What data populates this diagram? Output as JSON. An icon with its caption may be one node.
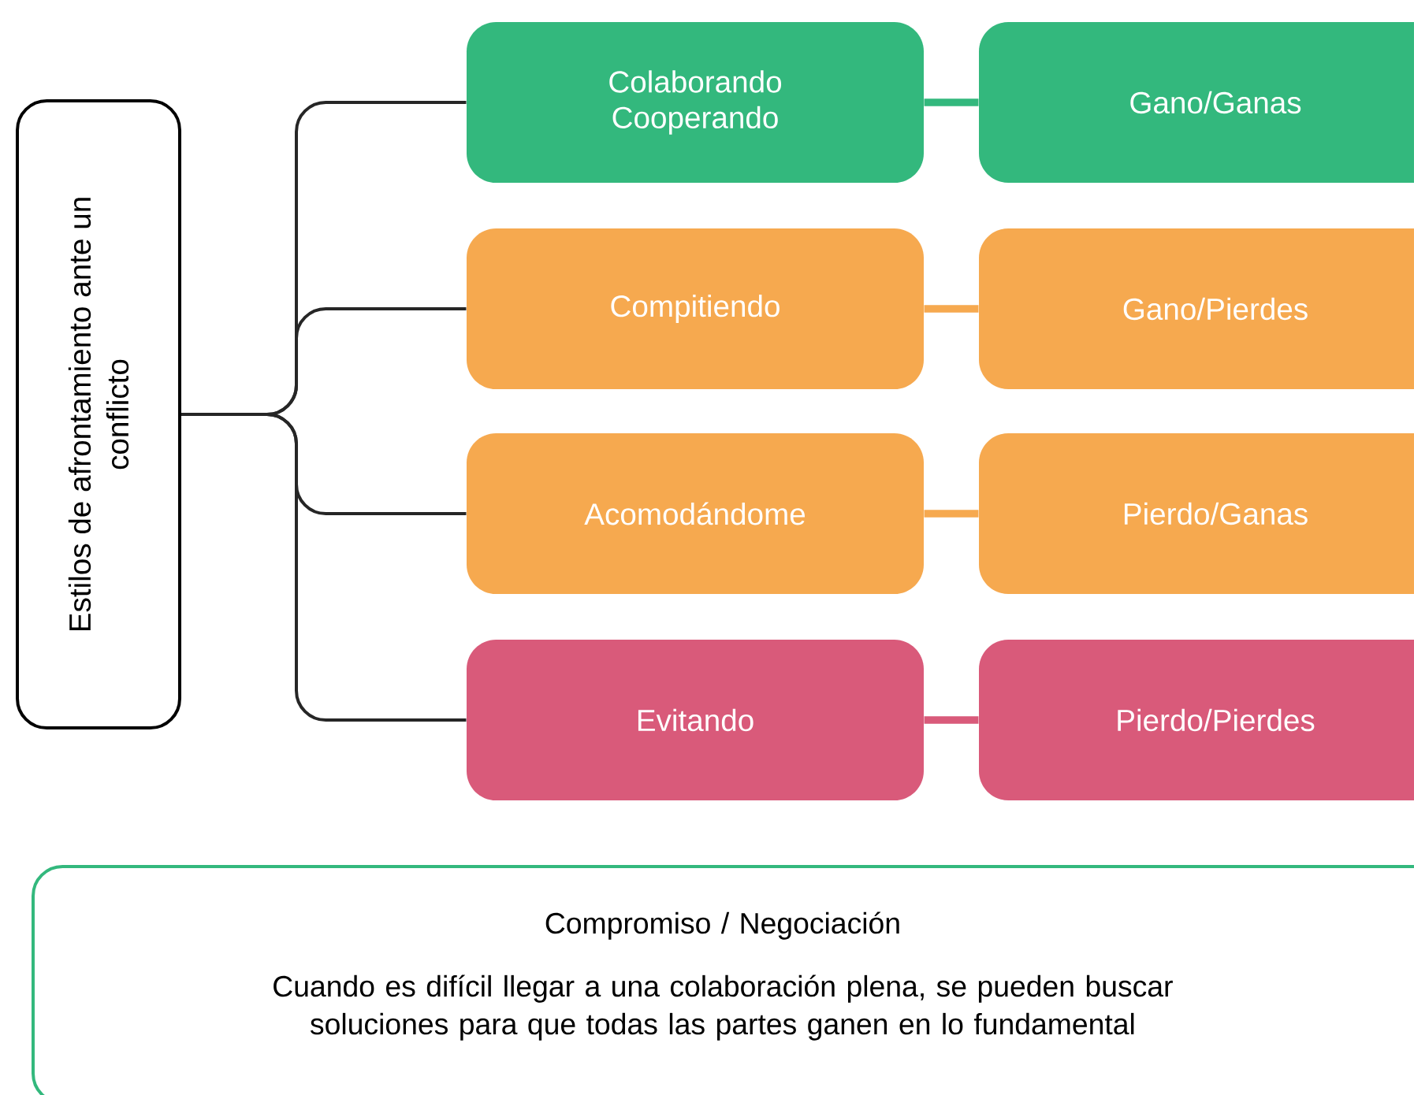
{
  "diagram": {
    "nodes": [
      {
        "text": [
          "Estilos de afrontamiento ante un conflicto"
        ]
      },
      {
        "text": [
          "Colaborando Cooperando"
        ]
      },
      {
        "text": [
          "Gano/Ganas"
        ]
      },
      {
        "text": [
          "Compitiendo"
        ]
      },
      {
        "text": [
          "Gano/Pierdes"
        ]
      },
      {
        "text": [
          "Acomodándome"
        ]
      },
      {
        "text": [
          "Pierdo/Ganas"
        ]
      },
      {
        "text": [
          "Evitando"
        ]
      },
      {
        "text": [
          "Pierdo/Pierdes"
        ]
      },
      {
        "text": [
          "Compromiso / Negociación",
          "Cuando es difícil llegar a una colaboración plena, se pueden buscar soluciones para que todas las partes ganen en lo fundamental"
        ]
      }
    ],
    "edges": [
      {
        "from": 0,
        "to": 1,
        "arrow": "none"
      },
      {
        "from": 0,
        "to": 3,
        "arrow": "none"
      },
      {
        "from": 0,
        "to": 5,
        "arrow": "none"
      },
      {
        "from": 0,
        "to": 7,
        "arrow": "none"
      },
      {
        "from": 1,
        "to": 2,
        "arrow": "none",
        "style": "thick",
        "color": "#33b87d"
      },
      {
        "from": 3,
        "to": 4,
        "arrow": "none",
        "style": "thick",
        "color": "#f6a94f"
      },
      {
        "from": 5,
        "to": 6,
        "arrow": "none",
        "style": "thick",
        "color": "#f6a94f"
      },
      {
        "from": 7,
        "to": 8,
        "arrow": "none",
        "style": "thick",
        "color": "#d95a7a"
      }
    ]
  }
}
